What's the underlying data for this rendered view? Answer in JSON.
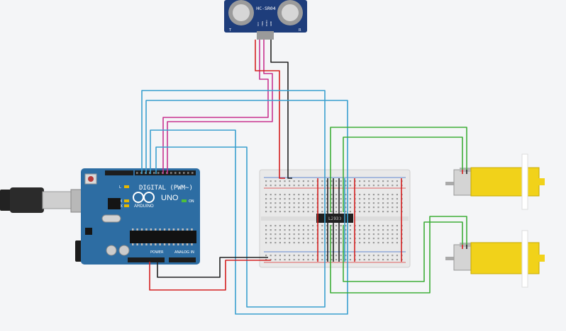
{
  "colors": {
    "background": "#f4f5f7",
    "arduino_board": "#2d6da3",
    "breadboard": "#e9e9e9",
    "motor_body": "#f1d21a",
    "wire_blue": "#3aa0cf",
    "wire_pink": "#c8338f",
    "wire_red": "#d42020",
    "wire_black": "#222222",
    "wire_green": "#3eae38"
  },
  "sensor": {
    "label": "HC-SR04",
    "pin_labels": [
      "VCC",
      "TRIG",
      "ECHO",
      "GND"
    ],
    "corner_marks": [
      "T",
      "R"
    ]
  },
  "arduino": {
    "logo_text": "ARDUINO",
    "model": "UNO",
    "digital_label": "DIGITAL (PWM~)",
    "power_label": "POWER",
    "analog_label": "ANALOG IN",
    "led_labels": [
      "L",
      "TX",
      "RX",
      "ON"
    ]
  },
  "ic": {
    "label": "L293D"
  },
  "icons": {
    "usb_cable": "usb-cable-icon",
    "dc_jack": "dc-jack-icon",
    "motor": "gear-motor-icon"
  }
}
